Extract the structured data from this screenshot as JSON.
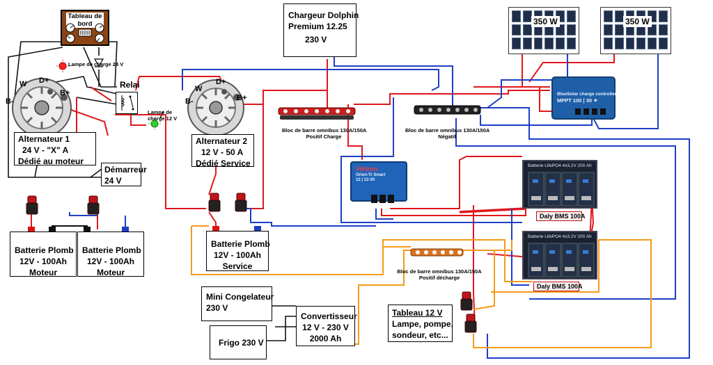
{
  "dashboard": {
    "title": "Tableau de bord"
  },
  "lamps": {
    "charge_24v": "Lampe de charge 24 V",
    "charge_12v": "Lampe de charge 12 V"
  },
  "relay": {
    "label": "Relai"
  },
  "alternator1": {
    "terminal_w": "W",
    "terminal_dplus": "D+",
    "terminal_bplus": "B+",
    "terminal_bminus": "B-",
    "line1": "Alternateur 1",
    "line2": "24 V - \"X\" A",
    "line3": "Dédié au moteur"
  },
  "alternator2": {
    "terminal_w": "W",
    "terminal_dplus": "D+",
    "terminal_bplus": "B+",
    "terminal_bminus": "B-",
    "line1": "Alternateur 2",
    "line2": "12 V - 50 A",
    "line3": "Dédié  Service"
  },
  "starter": {
    "line1": "Démarreur",
    "line2": "24 V"
  },
  "battery_engine_1": {
    "line1": "Batterie Plomb",
    "line2": "12V - 100Ah",
    "line3": "Moteur"
  },
  "battery_engine_2": {
    "line1": "Batterie Plomb",
    "line2": "12V - 100Ah",
    "line3": "Moteur"
  },
  "battery_service": {
    "line1": "Batterie Plomb",
    "line2": "12V - 100Ah",
    "line3": "Service"
  },
  "charger_dolphin": {
    "line1": "Chargeur Dolphin",
    "line2": "Premium 12.25",
    "line3": "230 V"
  },
  "busbar_charge": {
    "line1": "Bloc de barre omnibus 130A/150A",
    "line2": "Positif Charge"
  },
  "busbar_negative": {
    "line1": "Bloc de barre omnibus 130A/150A",
    "line2": "Négatif"
  },
  "busbar_discharge": {
    "line1": "Bloc de barre omnibus 130A/150A",
    "line2": "Positif  décharge"
  },
  "solar_panels": [
    {
      "label": "350 W"
    },
    {
      "label": "350 W"
    }
  ],
  "mppt": {
    "line1": "BlueSolar charge controller",
    "line2": "MPPT 100 | 30 ✦"
  },
  "orion": {
    "line1": "Orion-Tr Smart",
    "line2": "12 | 12-30"
  },
  "lifepo4": [
    {
      "title": "Batterie LifePO4 4x3.2V 200 Ah"
    },
    {
      "title": "Batterie LifePO4 4x3.2V 200 Ah"
    }
  ],
  "bms": [
    {
      "label": "Daly BMS 100A"
    },
    {
      "label": "Daly BMS 100A"
    }
  ],
  "freezer": {
    "line1": "Mini Congelateur",
    "line2": "230 V"
  },
  "fridge": {
    "line1": "Frigo 230 V"
  },
  "inverter": {
    "line1": "Convertisseur",
    "line2": "12 V - 230 V",
    "line3": "2000 Ah"
  },
  "panel_12v": {
    "line1": "Tableau 12 V",
    "line2": "Lampe, pompe,",
    "line3": "sondeur,  etc..."
  },
  "colors": {
    "positive": "#e0161b",
    "negative": "#1d3fc4",
    "ac": "#f59a18",
    "ground": "#111111",
    "frame": "#8b4513"
  }
}
